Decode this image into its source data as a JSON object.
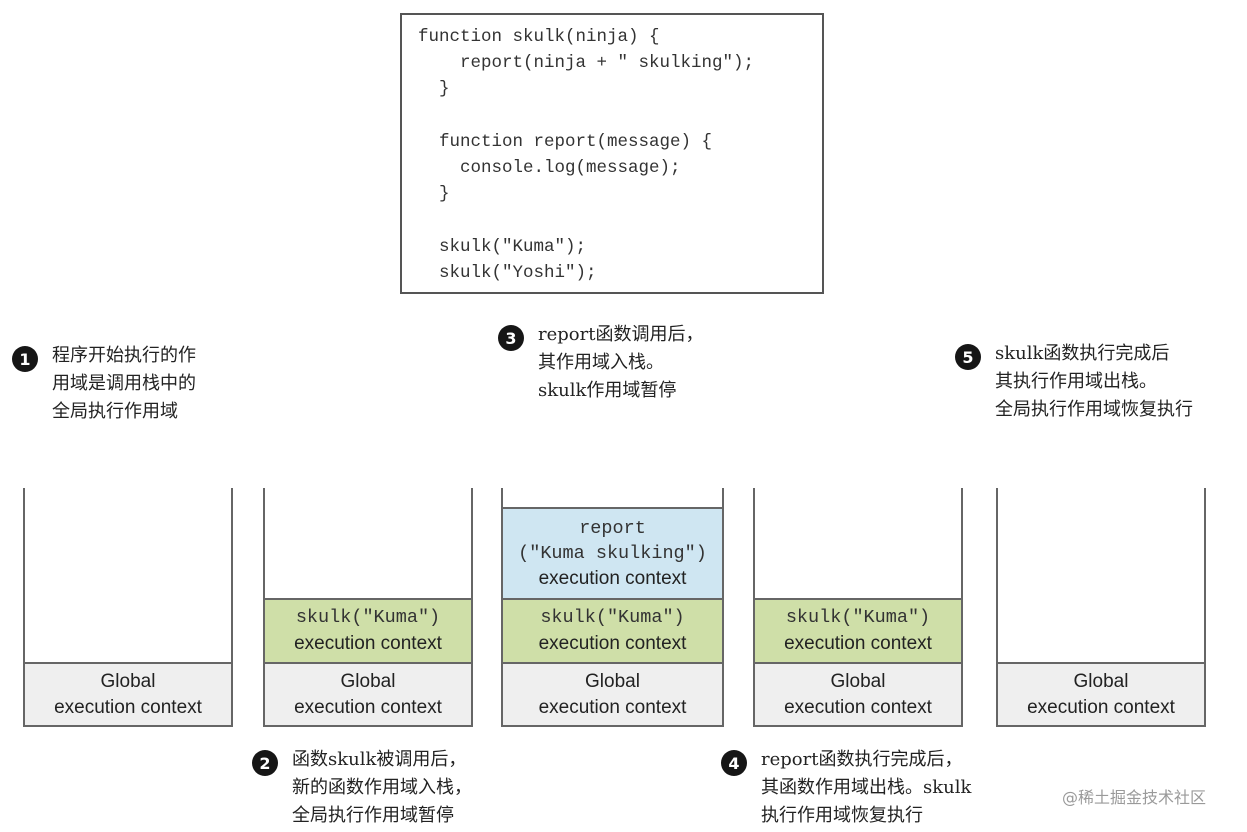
{
  "code": {
    "lines": [
      "function skulk(ninja) {",
      "    report(ninja + \" skulking\");",
      "  }",
      "",
      "  function report(message) {",
      "    console.log(message);",
      "  }",
      "",
      "  skulk(\"Kuma\");",
      "  skulk(\"Yoshi\");"
    ]
  },
  "steps": [
    {
      "number": "1",
      "text": "程序开始执行的作\n用域是调用栈中的\n全局执行作用域"
    },
    {
      "number": "2",
      "text": "函数skulk被调用后，\n新的函数作用域入栈，\n全局执行作用域暂停"
    },
    {
      "number": "3",
      "text": "report函数调用后，\n其作用域入栈。\nskulk作用域暂停"
    },
    {
      "number": "4",
      "text": "report函数执行完成后，\n其函数作用域出栈。skulk\n执行作用域恢复执行"
    },
    {
      "number": "5",
      "text": "skulk函数执行完成后\n其执行作用域出栈。\n全局执行作用域恢复执行"
    }
  ],
  "frames": {
    "global": {
      "line1": "Global",
      "line2": "execution context"
    },
    "skulk": {
      "line1": "skulk(\"Kuma\")",
      "line2": "execution context"
    },
    "report": {
      "line1": "report",
      "line2": "(\"Kuma skulking\")",
      "line3": "execution context"
    }
  },
  "watermark": "@稀土掘金技术社区"
}
